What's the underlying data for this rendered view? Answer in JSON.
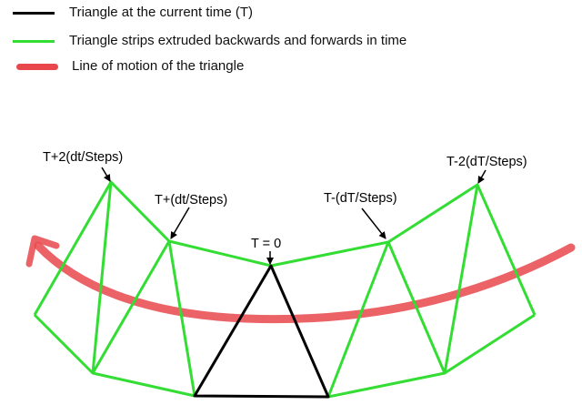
{
  "colors": {
    "current": "#000000",
    "strips": "#33dd33",
    "motion": "#e8484c"
  },
  "legend": [
    {
      "label": "Triangle at the current time (T)",
      "color": "#000000",
      "style": "line"
    },
    {
      "label": "Triangle strips extruded backwards and forwards in time",
      "color": "#33dd33",
      "style": "line"
    },
    {
      "label": "Line of motion of the triangle",
      "color": "#e8484c",
      "style": "thick"
    }
  ],
  "labels": {
    "t_plus_2": "T+2(dt/Steps)",
    "t_plus_1": "T+(dt/Steps)",
    "t_zero": "T = 0",
    "t_minus_1": "T-(dT/Steps)",
    "t_minus_2": "T-2(dT/Steps)"
  }
}
